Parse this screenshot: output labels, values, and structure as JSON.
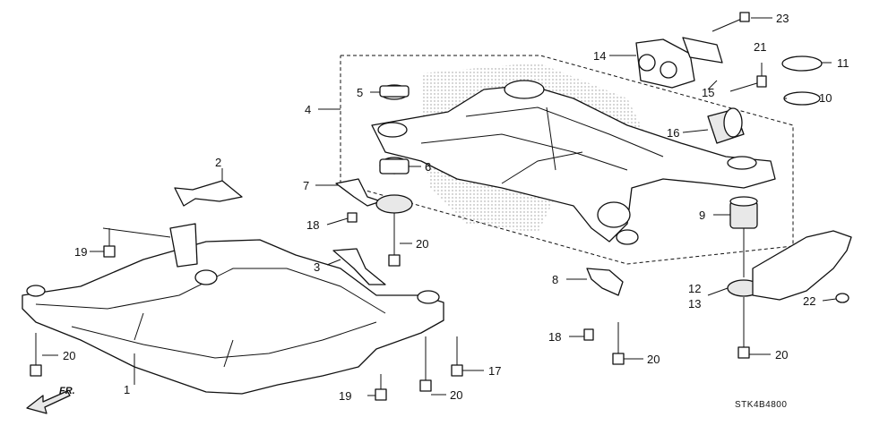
{
  "diagram": {
    "code": "STK4B4800",
    "direction_label": "FR.",
    "callouts": [
      "1",
      "2",
      "3",
      "4",
      "5",
      "6",
      "7",
      "8",
      "9",
      "10",
      "11",
      "12",
      "13",
      "14",
      "15",
      "16",
      "17",
      "18",
      "18",
      "19",
      "19",
      "20",
      "20",
      "20",
      "20",
      "20",
      "21",
      "22",
      "23"
    ]
  },
  "colors": {
    "line": "#111111",
    "shade": "#e8e8e8",
    "background": "#ffffff"
  }
}
